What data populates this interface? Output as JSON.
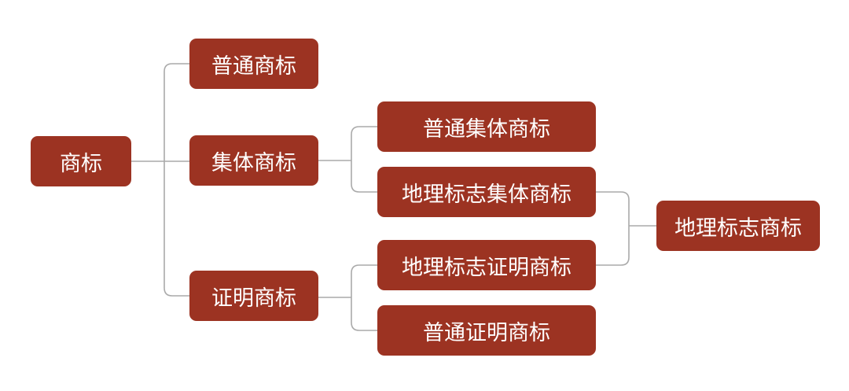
{
  "colors": {
    "node": "#9c3322",
    "connector": "#aaaaaa",
    "text": "#ffffff"
  },
  "nodes": {
    "root": "商标",
    "ordinary": "普通商标",
    "collective": "集体商标",
    "certification": "证明商标",
    "ordinary_collective": "普通集体商标",
    "gi_collective": "地理标志集体商标",
    "gi_certification": "地理标志证明商标",
    "ordinary_certification": "普通证明商标",
    "gi": "地理标志商标"
  }
}
